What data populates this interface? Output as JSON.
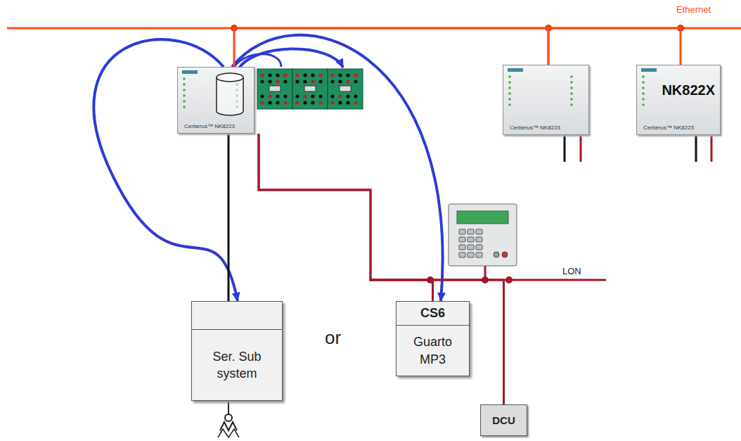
{
  "diagram": {
    "nodes": [
      {
        "text": [
          "Cerberus™ NK8223"
        ]
      },
      {
        "text": [
          "Cerberus™ NK8223"
        ]
      },
      {
        "text": [
          "NK822X",
          "Cerberus™ NK8223"
        ]
      },
      {
        "text": [
          "Ser. Sub system"
        ]
      },
      {
        "text": [
          "CS6",
          "Guarto MP3"
        ]
      },
      {
        "text": [
          "DCU"
        ]
      }
    ],
    "edges": [
      {
        "from": 0,
        "to": 3,
        "arrow": "to"
      },
      {
        "from": 0,
        "to": 4,
        "arrow": "to"
      },
      {
        "from": 0,
        "to": 3,
        "arrow": "none"
      },
      {
        "from": 0,
        "to": 4,
        "arrow": "none"
      },
      {
        "from": 0,
        "to": 5,
        "arrow": "none"
      },
      {
        "from": 0,
        "to": 1,
        "arrow": "none"
      },
      {
        "from": 1,
        "to": 2,
        "arrow": "none"
      }
    ],
    "labels": [
      "Ethernet",
      "LON",
      "or"
    ]
  }
}
